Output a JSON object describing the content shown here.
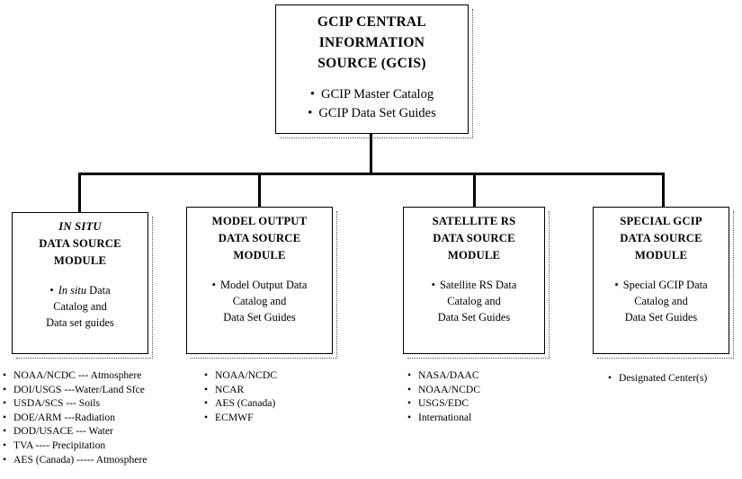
{
  "diagram": {
    "title": "GCIP Central Information Source structure",
    "root": {
      "title_lines": [
        "GCIP CENTRAL",
        "INFORMATION",
        "SOURCE (GCIS)"
      ],
      "bullets": [
        "GCIP Master Catalog",
        "GCIP Data Set Guides"
      ]
    },
    "modules": [
      {
        "title_lines": [
          "IN SITU",
          "DATA SOURCE",
          "MODULE"
        ],
        "title_italic_first": true,
        "body_lines": [
          "In situ Data",
          "Catalog and",
          "Data set guides"
        ],
        "body_italic_prefix": "In situ",
        "body_first_rest": " Data",
        "sources": [
          "NOAA/NCDC --- Atmosphere",
          "DOI/USGS ---Water/Land  Sfce",
          "USDA/SCS --- Soils",
          "DOE/ARM ---Radiation",
          "DOD/USACE --- Water",
          "TVA ---- Precipitation",
          "AES (Canada) ----- Atmosphere"
        ]
      },
      {
        "title_lines": [
          "MODEL OUTPUT",
          "DATA SOURCE",
          "MODULE"
        ],
        "title_italic_first": false,
        "body_lines": [
          "Model Output Data",
          "Catalog and",
          "Data Set Guides"
        ],
        "sources": [
          "NOAA/NCDC",
          "NCAR",
          "AES (Canada)",
          "ECMWF"
        ]
      },
      {
        "title_lines": [
          "SATELLITE RS",
          "DATA SOURCE",
          "MODULE"
        ],
        "title_italic_first": false,
        "body_lines": [
          "Satellite RS Data",
          "Catalog and",
          "Data Set Guides"
        ],
        "sources": [
          "NASA/DAAC",
          "NOAA/NCDC",
          "USGS/EDC",
          "International"
        ]
      },
      {
        "title_lines": [
          "SPECIAL GCIP",
          "DATA SOURCE",
          "MODULE"
        ],
        "title_italic_first": false,
        "body_lines": [
          "Special GCIP Data",
          "Catalog and",
          "Data Set Guides"
        ],
        "sources": [
          "Designated Center(s)"
        ]
      }
    ],
    "glyphs": {
      "bullet": "•"
    },
    "colors": {
      "ink": "#000000",
      "paper": "#ffffff",
      "shadow": "#555555"
    }
  }
}
